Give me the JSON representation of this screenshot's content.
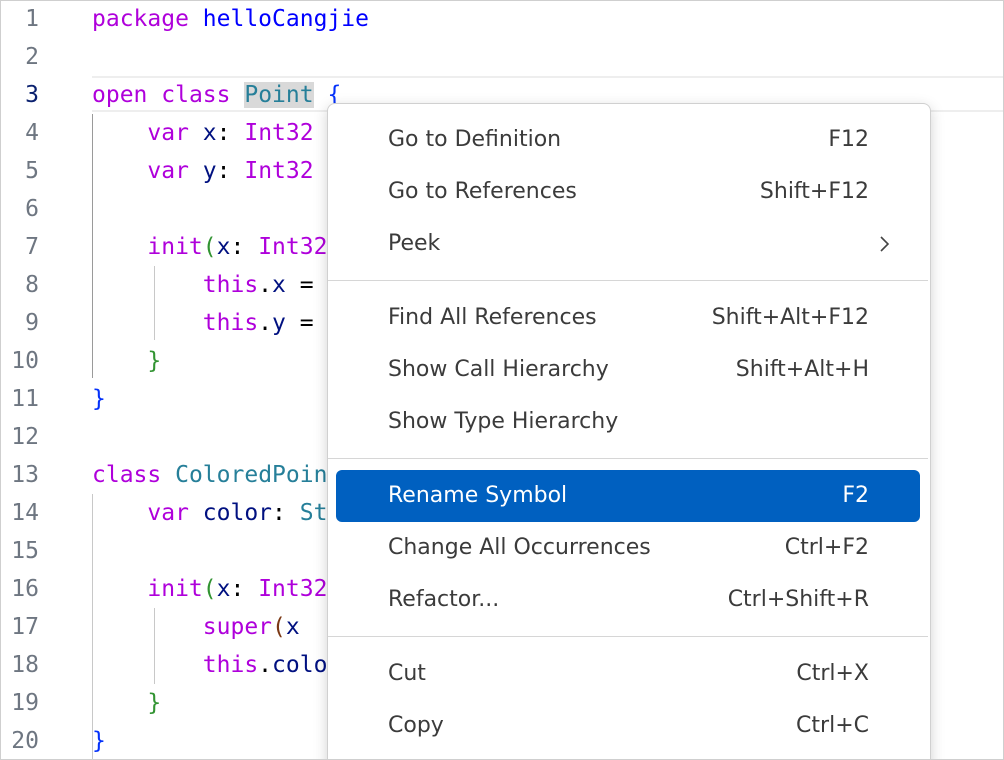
{
  "editor": {
    "lines": [
      {
        "n": "1",
        "tokens": [
          [
            "kw",
            "package"
          ],
          [
            "pl",
            " "
          ],
          [
            "ns",
            "helloCangjie"
          ]
        ]
      },
      {
        "n": "2",
        "tokens": []
      },
      {
        "n": "3",
        "tokens": [
          [
            "kw",
            "open"
          ],
          [
            "pl",
            " "
          ],
          [
            "kw",
            "class"
          ],
          [
            "pl",
            " "
          ],
          [
            "type hl",
            "Point"
          ],
          [
            "pl",
            " "
          ],
          [
            "b1",
            "{"
          ]
        ]
      },
      {
        "n": "4",
        "tokens": [
          [
            "pl",
            "    "
          ],
          [
            "kw",
            "var"
          ],
          [
            "pl",
            " "
          ],
          [
            "id",
            "x"
          ],
          [
            "pl",
            ": "
          ],
          [
            "kw",
            "Int32"
          ]
        ]
      },
      {
        "n": "5",
        "tokens": [
          [
            "pl",
            "    "
          ],
          [
            "kw",
            "var"
          ],
          [
            "pl",
            " "
          ],
          [
            "id",
            "y"
          ],
          [
            "pl",
            ": "
          ],
          [
            "kw",
            "Int32"
          ]
        ]
      },
      {
        "n": "6",
        "tokens": []
      },
      {
        "n": "7",
        "tokens": [
          [
            "pl",
            "    "
          ],
          [
            "kw",
            "init"
          ],
          [
            "b2",
            "("
          ],
          [
            "id",
            "x"
          ],
          [
            "pl",
            ": "
          ],
          [
            "kw",
            "Int32"
          ]
        ]
      },
      {
        "n": "8",
        "tokens": [
          [
            "pl",
            "        "
          ],
          [
            "kw",
            "this"
          ],
          [
            "pl",
            "."
          ],
          [
            "id",
            "x"
          ],
          [
            "pl",
            " ="
          ]
        ]
      },
      {
        "n": "9",
        "tokens": [
          [
            "pl",
            "        "
          ],
          [
            "kw",
            "this"
          ],
          [
            "pl",
            "."
          ],
          [
            "id",
            "y"
          ],
          [
            "pl",
            " ="
          ]
        ]
      },
      {
        "n": "10",
        "tokens": [
          [
            "pl",
            "    "
          ],
          [
            "b2",
            "}"
          ]
        ]
      },
      {
        "n": "11",
        "tokens": [
          [
            "b1",
            "}"
          ]
        ]
      },
      {
        "n": "12",
        "tokens": []
      },
      {
        "n": "13",
        "tokens": [
          [
            "kw",
            "class"
          ],
          [
            "pl",
            " "
          ],
          [
            "type",
            "ColoredPoint"
          ]
        ]
      },
      {
        "n": "14",
        "tokens": [
          [
            "pl",
            "    "
          ],
          [
            "kw",
            "var"
          ],
          [
            "pl",
            " "
          ],
          [
            "id",
            "color"
          ],
          [
            "pl",
            ": "
          ],
          [
            "type",
            "String"
          ]
        ]
      },
      {
        "n": "15",
        "tokens": []
      },
      {
        "n": "16",
        "tokens": [
          [
            "pl",
            "    "
          ],
          [
            "kw",
            "init"
          ],
          [
            "b2",
            "("
          ],
          [
            "id",
            "x"
          ],
          [
            "pl",
            ": "
          ],
          [
            "kw",
            "Int32"
          ]
        ]
      },
      {
        "n": "17",
        "tokens": [
          [
            "pl",
            "        "
          ],
          [
            "kw",
            "super"
          ],
          [
            "b3",
            "("
          ],
          [
            "id",
            "x"
          ]
        ]
      },
      {
        "n": "18",
        "tokens": [
          [
            "pl",
            "        "
          ],
          [
            "kw",
            "this"
          ],
          [
            "pl",
            "."
          ],
          [
            "id",
            "color"
          ]
        ]
      },
      {
        "n": "19",
        "tokens": [
          [
            "pl",
            "    "
          ],
          [
            "b2",
            "}"
          ]
        ]
      },
      {
        "n": "20",
        "tokens": [
          [
            "b1",
            "}"
          ]
        ]
      }
    ],
    "active_line": "3"
  },
  "context_menu": {
    "groups": [
      [
        {
          "label": "Go to Definition",
          "key": "F12"
        },
        {
          "label": "Go to References",
          "key": "Shift+F12"
        },
        {
          "label": "Peek",
          "key": "",
          "submenu": true
        }
      ],
      [
        {
          "label": "Find All References",
          "key": "Shift+Alt+F12"
        },
        {
          "label": "Show Call Hierarchy",
          "key": "Shift+Alt+H"
        },
        {
          "label": "Show Type Hierarchy",
          "key": ""
        }
      ],
      [
        {
          "label": "Rename Symbol",
          "key": "F2",
          "selected": true
        },
        {
          "label": "Change All Occurrences",
          "key": "Ctrl+F2"
        },
        {
          "label": "Refactor...",
          "key": "Ctrl+Shift+R"
        }
      ],
      [
        {
          "label": "Cut",
          "key": "Ctrl+X"
        },
        {
          "label": "Copy",
          "key": "Ctrl+C"
        }
      ]
    ],
    "colors": {
      "selected_bg": "#0060c0",
      "selected_fg": "#ffffff"
    },
    "submenu_icon": "chevron-right-icon"
  }
}
